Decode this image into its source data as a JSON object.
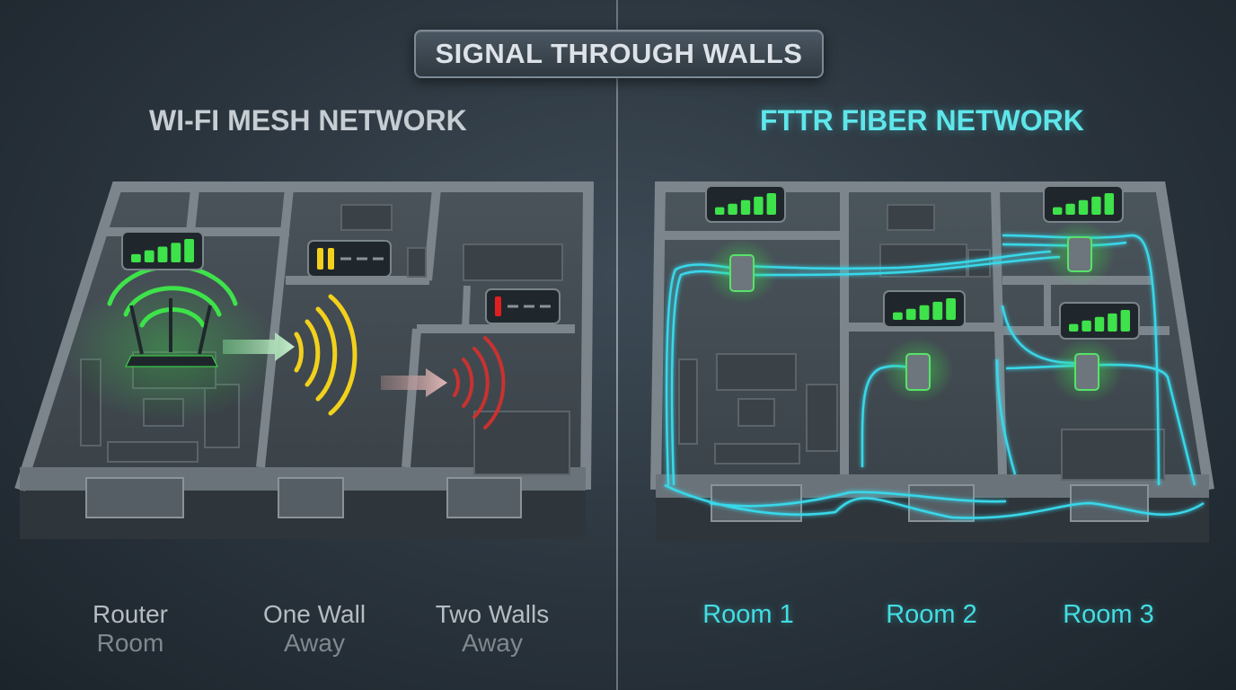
{
  "title": "SIGNAL THROUGH WALLS",
  "left_panel": {
    "heading": "WI-FI MESH NETWORK",
    "labels": [
      {
        "line1": "Router",
        "line2": "Room"
      },
      {
        "line1": "One Wall",
        "line2": "Away"
      },
      {
        "line1": "Two Walls",
        "line2": "Away"
      }
    ],
    "signal_strengths": [
      {
        "room": "Router Room",
        "bars_lit": 5,
        "bars_total": 5,
        "color": "#3ee24a"
      },
      {
        "room": "One Wall Away",
        "bars_lit": 2,
        "bars_total": 5,
        "color": "#f2d11c"
      },
      {
        "room": "Two Walls Away",
        "bars_lit": 1,
        "bars_total": 4,
        "color": "#e0201e"
      }
    ]
  },
  "right_panel": {
    "heading": "FTTR FIBER NETWORK",
    "labels": [
      "Room 1",
      "Room 2",
      "Room 3"
    ],
    "signal_strengths": [
      {
        "bars_lit": 5,
        "bars_total": 5,
        "color": "#3ee24a"
      },
      {
        "bars_lit": 5,
        "bars_total": 5,
        "color": "#3ee24a"
      },
      {
        "bars_lit": 5,
        "bars_total": 5,
        "color": "#3ee24a"
      },
      {
        "bars_lit": 5,
        "bars_total": 5,
        "color": "#3ee24a"
      }
    ],
    "fiber_color": "#38d8ea"
  }
}
